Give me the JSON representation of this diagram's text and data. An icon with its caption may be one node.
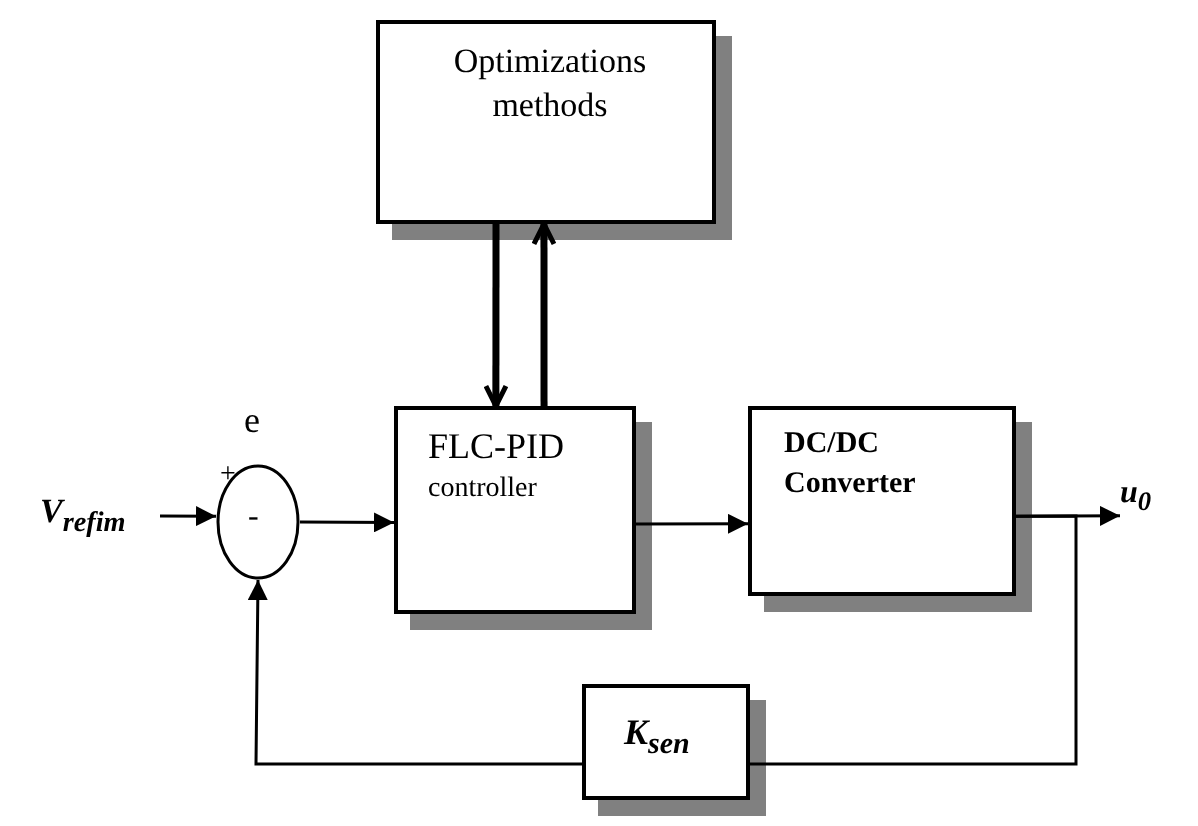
{
  "diagram": {
    "nodes": [
      {
        "text": [
          "Optimizations methods"
        ]
      },
      {
        "text": [
          "FLC-PID",
          "controller"
        ]
      },
      {
        "text": [
          "DC/DC Converter"
        ]
      },
      {
        "text": [
          "+",
          "-"
        ],
        "beside": [
          "e"
        ]
      },
      {
        "text": [
          "K$_{sen}$"
        ]
      },
      {
        "text": [
          "V$_{refim}$"
        ]
      },
      {
        "text": [
          "u$_{0}$"
        ]
      }
    ],
    "edges": [
      {
        "from": 0,
        "to": 1,
        "arrow": "to",
        "style": "thick"
      },
      {
        "from": 1,
        "to": 0,
        "arrow": "to",
        "style": "thick"
      },
      {
        "from": 5,
        "to": 3,
        "arrow": "to"
      },
      {
        "from": 3,
        "to": 1,
        "arrow": "to"
      },
      {
        "from": 1,
        "to": 2,
        "arrow": "to"
      },
      {
        "from": 2,
        "to": 6,
        "arrow": "to"
      },
      {
        "from": 2,
        "to": 4,
        "arrow": "none"
      },
      {
        "from": 4,
        "to": 3,
        "arrow": "to"
      }
    ]
  }
}
